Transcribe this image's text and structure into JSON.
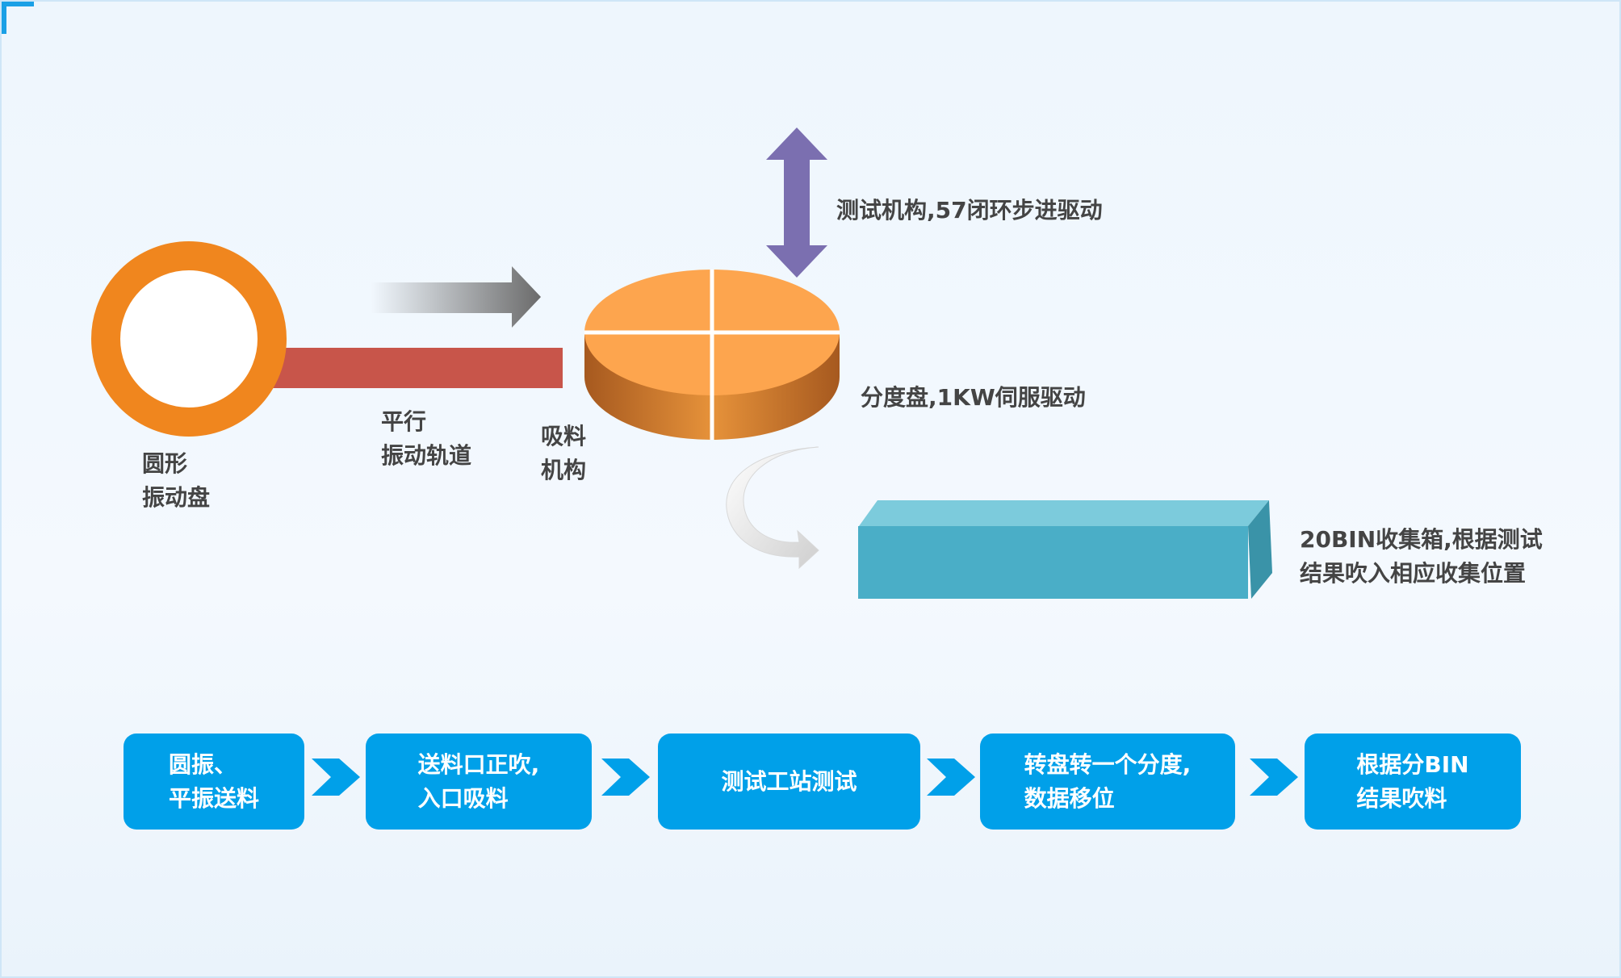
{
  "labels": {
    "vibration_bowl": "圆形\n振动盘",
    "linear_track": "平行\n振动轨道",
    "pickup": "吸料\n机构",
    "test_mechanism": "测试机构,57闭环步进驱动",
    "index_table": "分度盘,1KW伺服驱动",
    "bin_box": "20BIN收集箱,根据测试\n结果吹入相应收集位置"
  },
  "flow_steps": [
    {
      "label": "圆振、\n平振送料"
    },
    {
      "label": "送料口正吹,\n入口吸料"
    },
    {
      "label": "测试工站测试"
    },
    {
      "label": "转盘转一个分度,\n数据移位"
    },
    {
      "label": "根据分BIN\n结果吹料"
    }
  ],
  "colors": {
    "bowl": "#f0861e",
    "track": "#c8554a",
    "table_top": "#fda54e",
    "table_side": "#c3702a",
    "vertical_arrow": "#7b6fb0",
    "bin_top": "#7ccbdc",
    "bin_front": "#4aaec7",
    "bin_side": "#3a93a8",
    "step_bg": "#00a0e9"
  }
}
